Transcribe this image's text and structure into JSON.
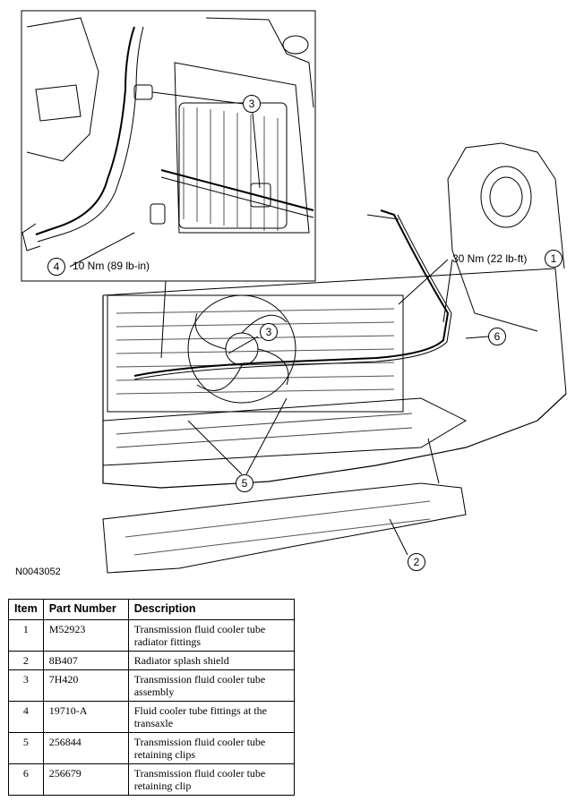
{
  "figure": {
    "figure_id": "N0043052",
    "callouts": [
      {
        "number": "1",
        "text": "30 Nm (22 lb-ft)"
      },
      {
        "number": "2",
        "text": ""
      },
      {
        "number": "3",
        "text": ""
      },
      {
        "number": "3",
        "text": ""
      },
      {
        "number": "4",
        "text": "10 Nm (89 lb-in)"
      },
      {
        "number": "5",
        "text": ""
      },
      {
        "number": "6",
        "text": ""
      }
    ]
  },
  "table": {
    "headers": [
      "Item",
      "Part Number",
      "Description"
    ],
    "rows": [
      {
        "item": "1",
        "part": "M52923",
        "desc": "Transmission fluid cooler tube radiator fittings"
      },
      {
        "item": "2",
        "part": "8B407",
        "desc": "Radiator splash shield"
      },
      {
        "item": "3",
        "part": "7H420",
        "desc": "Transmission fluid cooler tube assembly"
      },
      {
        "item": "4",
        "part": "19710-A",
        "desc": "Fluid cooler tube fittings at the transaxle"
      },
      {
        "item": "5",
        "part": "256844",
        "desc": "Transmission fluid cooler tube retaining clips"
      },
      {
        "item": "6",
        "part": "256679",
        "desc": "Transmission fluid cooler tube retaining clip"
      }
    ]
  }
}
